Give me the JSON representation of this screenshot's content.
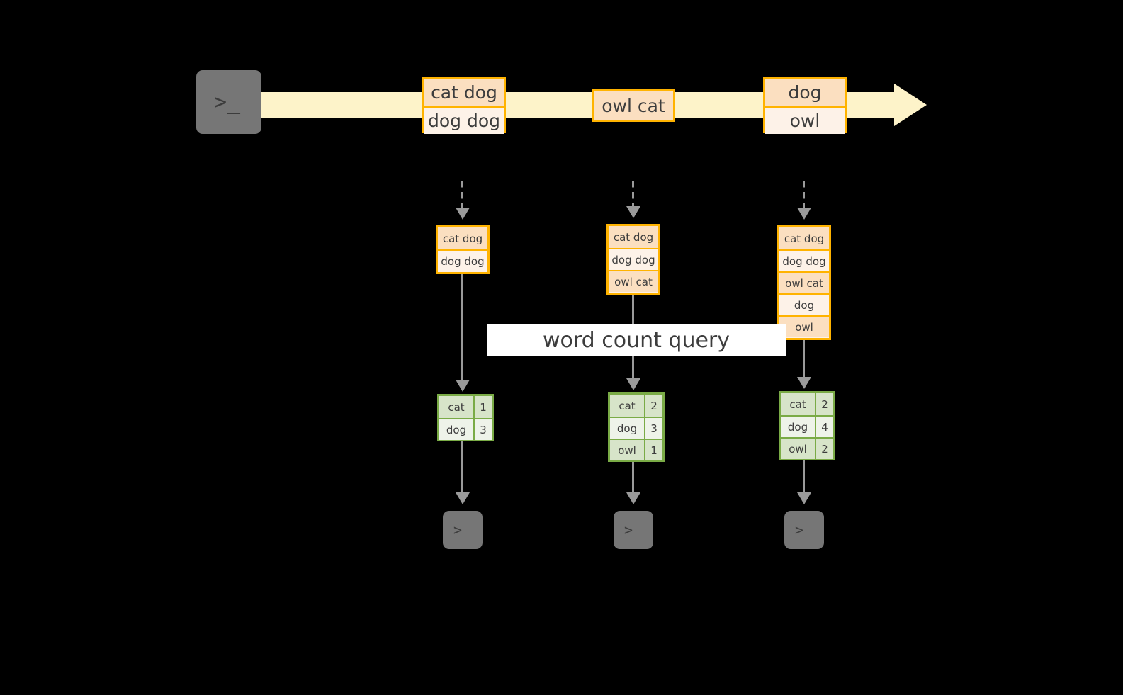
{
  "diagram": {
    "title_label": "word count query",
    "source": {
      "icon": "terminal-icon",
      "prompt_glyph": ">_"
    },
    "stream": {
      "icon": "stream-arrow-icon",
      "events": [
        {
          "lines": [
            {
              "text": "cat dog",
              "shade": "dark"
            },
            {
              "text": "dog dog",
              "shade": "light"
            }
          ]
        },
        {
          "lines": [
            {
              "text": "owl cat",
              "shade": "dark"
            }
          ]
        },
        {
          "lines": [
            {
              "text": "dog",
              "shade": "dark"
            },
            {
              "text": "owl",
              "shade": "light"
            }
          ]
        }
      ]
    },
    "snapshots": [
      {
        "name": "snapshot-1",
        "input_lines": [
          {
            "text": "cat dog",
            "shade": "dark"
          },
          {
            "text": "dog dog",
            "shade": "light"
          }
        ],
        "result_rows": [
          {
            "word": "cat",
            "count": "1",
            "shade": "dark"
          },
          {
            "word": "dog",
            "count": "3",
            "shade": "light"
          }
        ],
        "sink": {
          "icon": "terminal-icon",
          "prompt_glyph": ">_"
        }
      },
      {
        "name": "snapshot-2",
        "input_lines": [
          {
            "text": "cat dog",
            "shade": "dark"
          },
          {
            "text": "dog dog",
            "shade": "light"
          },
          {
            "text": "owl cat",
            "shade": "dark"
          }
        ],
        "result_rows": [
          {
            "word": "cat",
            "count": "2",
            "shade": "dark"
          },
          {
            "word": "dog",
            "count": "3",
            "shade": "light"
          },
          {
            "word": "owl",
            "count": "1",
            "shade": "dark"
          }
        ],
        "sink": {
          "icon": "terminal-icon",
          "prompt_glyph": ">_"
        }
      },
      {
        "name": "snapshot-3",
        "input_lines": [
          {
            "text": "cat dog",
            "shade": "dark"
          },
          {
            "text": "dog dog",
            "shade": "light"
          },
          {
            "text": "owl cat",
            "shade": "dark"
          },
          {
            "text": "dog",
            "shade": "light"
          },
          {
            "text": "owl",
            "shade": "dark"
          }
        ],
        "result_rows": [
          {
            "word": "cat",
            "count": "2",
            "shade": "dark"
          },
          {
            "word": "dog",
            "count": "4",
            "shade": "light"
          },
          {
            "word": "owl",
            "count": "2",
            "shade": "dark"
          }
        ],
        "sink": {
          "icon": "terminal-icon",
          "prompt_glyph": ">_"
        }
      }
    ],
    "colors": {
      "background": "#000000",
      "stream_band": "#fdf3c9",
      "orange_border": "#ffb300",
      "orange_fill_dark": "#fbdfc0",
      "orange_fill_light": "#fdf2e8",
      "green_border": "#7aab46",
      "green_fill_dark": "#d7e4c9",
      "green_fill_light": "#eef3e9",
      "connector": "#9a9a9a",
      "terminal_body": "#767676",
      "label_background": "#ffffff"
    }
  }
}
